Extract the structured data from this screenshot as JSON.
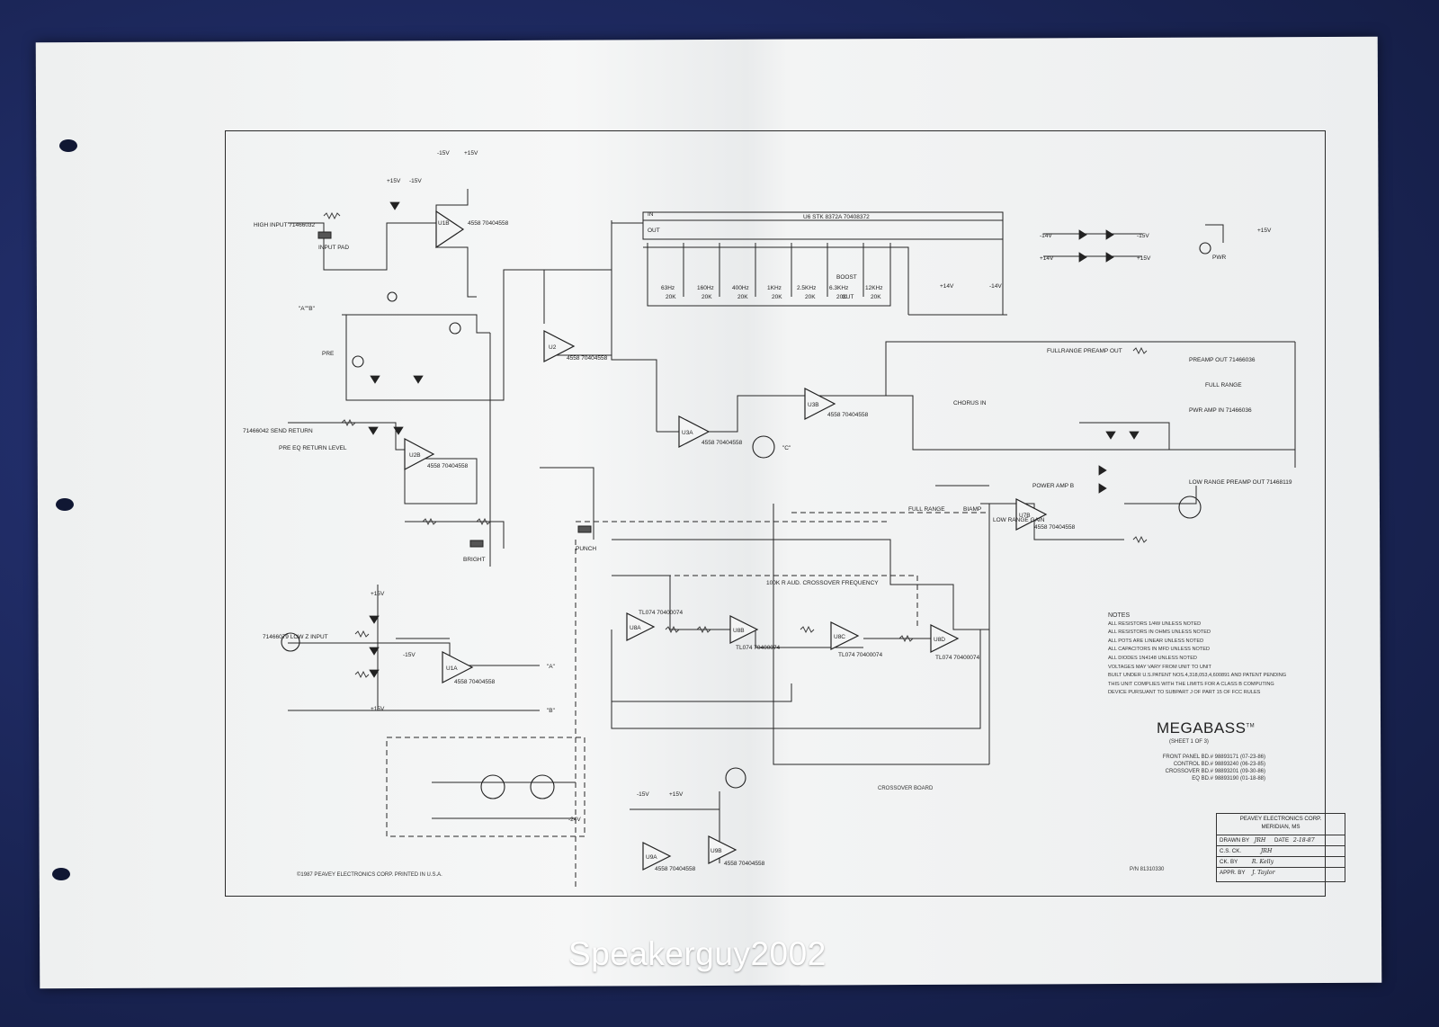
{
  "title": {
    "product": "MEGABASS",
    "trademark": "TM",
    "sheet": "(SHEET 1 OF 3)"
  },
  "boards": [
    "FRONT PANEL BD.# 98893171 (07-23-86)",
    "CONTROL BD.# 98893240 (06-23-85)",
    "CROSSOVER BD.# 98893201 (09-30-86)",
    "EQ BD.# 98893190 (01-18-88)"
  ],
  "notes": {
    "heading": "NOTES",
    "lines": [
      "ALL RESISTORS 1/4W UNLESS NOTED",
      "ALL RESISTORS IN OHMS UNLESS NOTED",
      "ALL POTS ARE LINEAR UNLESS NOTED",
      "ALL CAPACITORS IN MFD UNLESS NOTED",
      "ALL DIODES 1N4148 UNLESS NOTED",
      "VOLTAGES MAY VARY FROM UNIT TO UNIT",
      "BUILT UNDER U.S.PATENT NOS.4,318,053,4,600891 AND PATENT PENDING",
      "THIS UNIT COMPLIES WITH THE LIMITS FOR A CLASS B COMPUTING",
      "DEVICE PURSUANT TO SUBPART J OF PART 15 OF FCC RULES"
    ]
  },
  "title_block": {
    "company": "PEAVEY ELECTRONICS CORP.",
    "location": "MERIDIAN, MS",
    "drawn_by": "DRAWN BY",
    "drawn_by_value": "JRH",
    "date_label": "DATE",
    "date_value": "2-18-87",
    "cs_ck": "C.S. CK.",
    "cs_ck_value": "JRH",
    "ck_by": "CK. BY",
    "ck_by_value": "R. Kelly",
    "appr_by": "APPR. BY",
    "appr_by_value": "J. Taylor"
  },
  "part_number": "P/N 81310330",
  "copyright": "©1987 PEAVEY ELECTRONICS CORP. PRINTED IN U.S.A.",
  "crossover_board": "CROSSOVER BOARD",
  "watermark": "Speakerguy2002",
  "colors": {
    "background": "#1c2a63",
    "paper": "#f2f3f3",
    "ink": "#222222"
  },
  "labels": {
    "high_input": "HIGH INPUT 71466032",
    "low_input": "71466079 LOW Z INPUT",
    "send_return": "71466042 SEND RETURN",
    "pre_eq_return_level": "PRE EQ RETURN LEVEL",
    "pre": "PRE",
    "input_pad": "INPUT PAD",
    "bright": "BRIGHT",
    "punch": "PUNCH",
    "full_range_preamp_out": "FULLRANGE PREAMP OUT",
    "preamp_out": "PREAMP OUT 71466036",
    "full_range": "FULL RANGE",
    "pwr_amp_in": "PWR AMP IN 71466036",
    "low_range_preamp_out": "LOW RANGE PREAMP OUT 71468119",
    "chorus_in": "CHORUS IN",
    "power_amp_b": "POWER AMP B",
    "low_range_gain": "LOW RANGE GAIN",
    "crossover_frequency": "100K R AUD. CROSSOVER FREQUENCY",
    "boost": "BOOST",
    "cut": "CUT",
    "eq_ic": "U6 STK 8372A 70408372",
    "in": "IN",
    "out": "OUT",
    "biamp": "BIAMP",
    "full_range_sw": "FULL RANGE",
    "pwr": "PWR",
    "ab": "\"A\"\"B\"",
    "node_a": "\"A\"",
    "node_b": "\"B\"",
    "node_c": "\"C\""
  },
  "opamps": [
    {
      "id": "U1B",
      "part": "4558 70404558"
    },
    {
      "id": "U2",
      "part": "4558 70404558"
    },
    {
      "id": "U2B",
      "part": "4558 70404558"
    },
    {
      "id": "U3A",
      "part": "4558 70404558"
    },
    {
      "id": "U3B",
      "part": "4558 70404558"
    },
    {
      "id": "U1A",
      "part": "4558 70404558"
    },
    {
      "id": "U7B",
      "part": "4558 70404558"
    },
    {
      "id": "U8A",
      "part": "TL074 70400074"
    },
    {
      "id": "U8B",
      "part": "TL074 70400074"
    },
    {
      "id": "U8C",
      "part": "TL074 70400074"
    },
    {
      "id": "U8D",
      "part": "TL074 70400074"
    },
    {
      "id": "U9A",
      "part": "4558 70404558"
    },
    {
      "id": "U9B",
      "part": "4558 70404558"
    }
  ],
  "eq_bands": [
    {
      "label": "63Hz",
      "value": "20K"
    },
    {
      "label": "160Hz",
      "value": "20K"
    },
    {
      "label": "400Hz",
      "value": "20K"
    },
    {
      "label": "1KHz",
      "value": "20K"
    },
    {
      "label": "2.5KHz",
      "value": "20K"
    },
    {
      "label": "6.3KHz",
      "value": "20K"
    },
    {
      "label": "12KHz",
      "value": "20K"
    }
  ],
  "supply": {
    "p15": "+15V",
    "m15": "-15V",
    "p14": "+14V",
    "m14": "-14V",
    "m24": "-24V"
  }
}
